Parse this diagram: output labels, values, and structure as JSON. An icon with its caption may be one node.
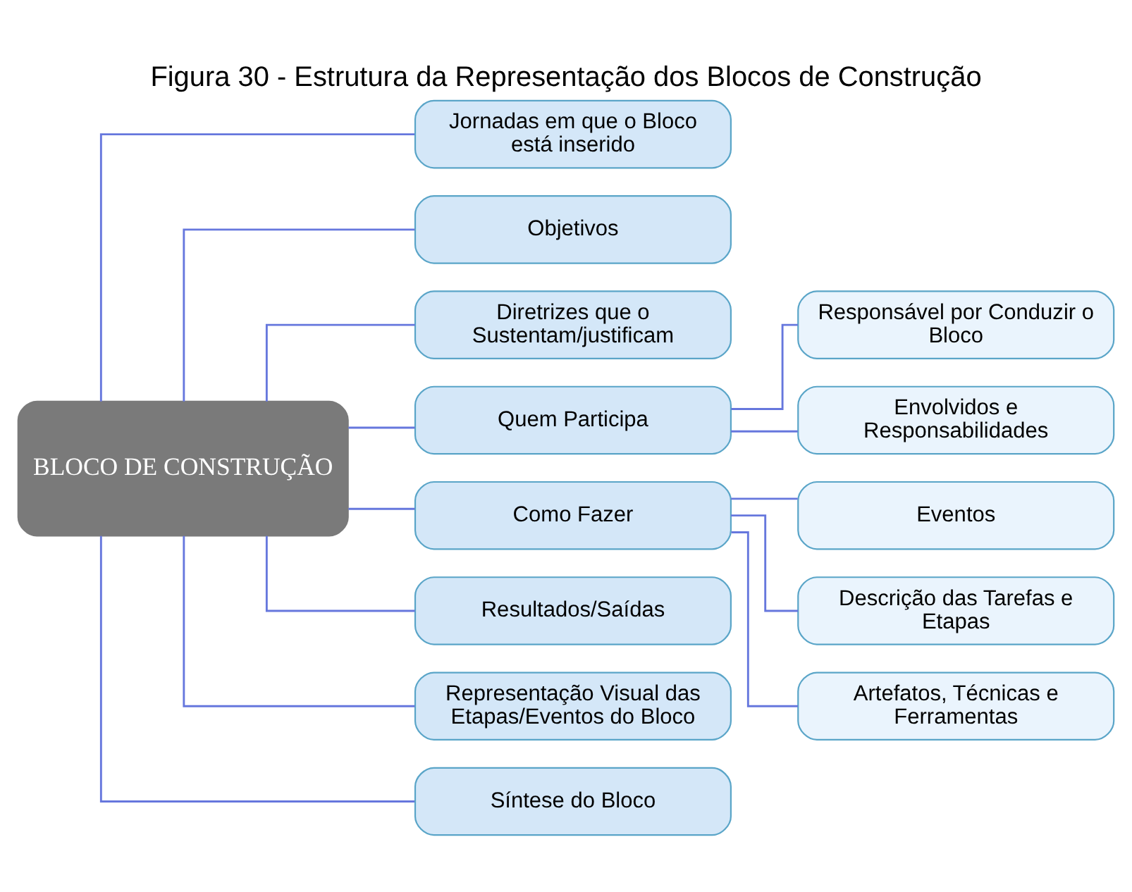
{
  "diagram": {
    "title": "Figura 30 - Estrutura da Representação dos Blocos de Construção",
    "nodes": [
      {
        "text": [
          "BLOCO DE CONSTRUÇÃO"
        ]
      },
      {
        "text": [
          "Jornadas em que o Bloco está inserido"
        ]
      },
      {
        "text": [
          "Objetivos"
        ]
      },
      {
        "text": [
          "Diretrizes que o Sustentam/justificam"
        ]
      },
      {
        "text": [
          "Quem Participa"
        ]
      },
      {
        "text": [
          "Como Fazer"
        ]
      },
      {
        "text": [
          "Resultados/Saídas"
        ]
      },
      {
        "text": [
          "Representação Visual das Etapas/Eventos do Bloco"
        ]
      },
      {
        "text": [
          "Síntese do Bloco"
        ]
      },
      {
        "text": [
          "Responsável por Conduzir o Bloco"
        ]
      },
      {
        "text": [
          "Envolvidos e Responsabilidades"
        ]
      },
      {
        "text": [
          "Eventos"
        ]
      },
      {
        "text": [
          "Descrição das Tarefas e Etapas"
        ]
      },
      {
        "text": [
          "Artefatos, Técnicas e Ferramentas"
        ]
      }
    ],
    "edges": [
      {
        "from": 0,
        "to": 1,
        "arrow": "none"
      },
      {
        "from": 0,
        "to": 2,
        "arrow": "none"
      },
      {
        "from": 0,
        "to": 3,
        "arrow": "none"
      },
      {
        "from": 0,
        "to": 4,
        "arrow": "none"
      },
      {
        "from": 0,
        "to": 5,
        "arrow": "none"
      },
      {
        "from": 0,
        "to": 6,
        "arrow": "none"
      },
      {
        "from": 0,
        "to": 7,
        "arrow": "none"
      },
      {
        "from": 0,
        "to": 8,
        "arrow": "none"
      },
      {
        "from": 4,
        "to": 9,
        "arrow": "none"
      },
      {
        "from": 4,
        "to": 10,
        "arrow": "none"
      },
      {
        "from": 5,
        "to": 11,
        "arrow": "none"
      },
      {
        "from": 5,
        "to": 12,
        "arrow": "none"
      },
      {
        "from": 5,
        "to": 13,
        "arrow": "none"
      }
    ]
  }
}
